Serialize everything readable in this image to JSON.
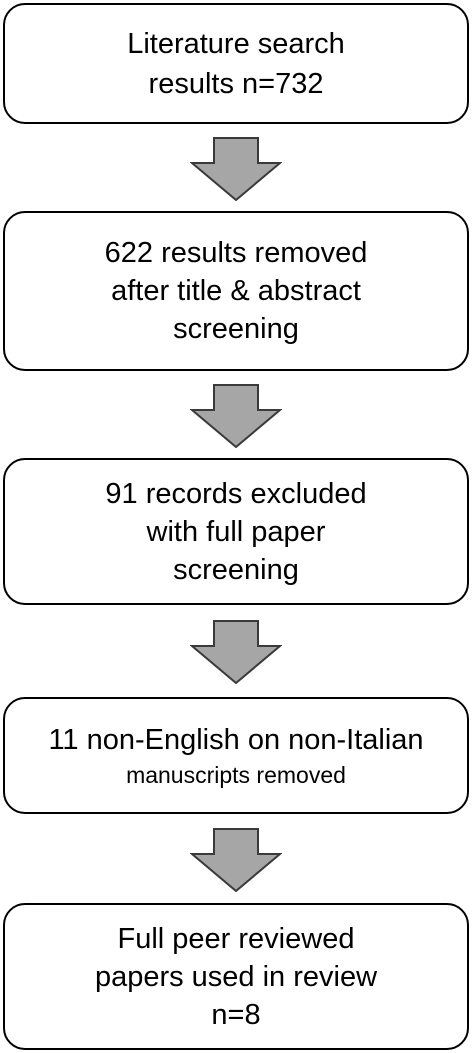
{
  "colors": {
    "box_border": "#000000",
    "box_fill": "#ffffff",
    "arrow_fill": "#a6a6a6",
    "arrow_stroke": "#3a3a3a"
  },
  "steps": [
    {
      "lines": [
        "Literature search",
        "results n=732"
      ]
    },
    {
      "lines": [
        "622 results removed",
        "after title & abstract",
        "screening"
      ]
    },
    {
      "lines": [
        "91 records excluded",
        "with full paper",
        "screening"
      ]
    },
    {
      "lines": [
        "11 non-English on non-Italian",
        "manuscripts removed"
      ]
    },
    {
      "lines": [
        "Full peer reviewed",
        "papers used in review",
        "n=8"
      ]
    }
  ]
}
